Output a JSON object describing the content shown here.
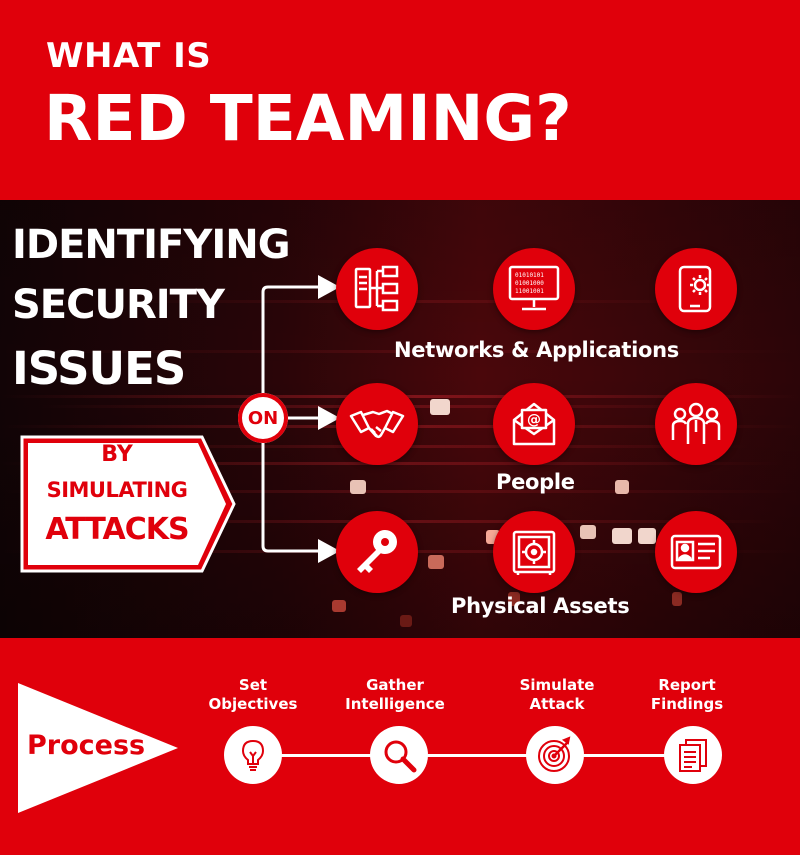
{
  "header": {
    "title_line1": "WHAT IS",
    "title_line2": "RED TEAMING?"
  },
  "headline": {
    "line1": "IDENTIFYING",
    "line2": "SECURITY",
    "line3": "ISSUES"
  },
  "method": {
    "line1": "BY",
    "line2": "SIMULATING",
    "line3": "ATTACKS"
  },
  "connector_label": "ON",
  "groups": [
    {
      "label": "Networks & Applications",
      "icons": [
        "server-network-icon",
        "binary-monitor-icon",
        "mobile-gear-icon"
      ]
    },
    {
      "label": "People",
      "icons": [
        "handshake-icon",
        "email-icon",
        "team-icon"
      ]
    },
    {
      "label": "Physical Assets",
      "icons": [
        "key-icon",
        "safe-icon",
        "id-card-icon"
      ]
    }
  ],
  "process": {
    "label": "Process",
    "steps": [
      {
        "line1": "Set",
        "line2": "Objectives",
        "icon": "lightbulb-icon"
      },
      {
        "line1": "Gather",
        "line2": "Intelligence",
        "icon": "magnifier-icon"
      },
      {
        "line1": "Simulate",
        "line2": "Attack",
        "icon": "target-icon"
      },
      {
        "line1": "Report",
        "line2": "Findings",
        "icon": "document-icon"
      }
    ]
  },
  "colors": {
    "brand_red": "#e0000b",
    "white": "#ffffff",
    "dark_background": "#2a0508"
  }
}
